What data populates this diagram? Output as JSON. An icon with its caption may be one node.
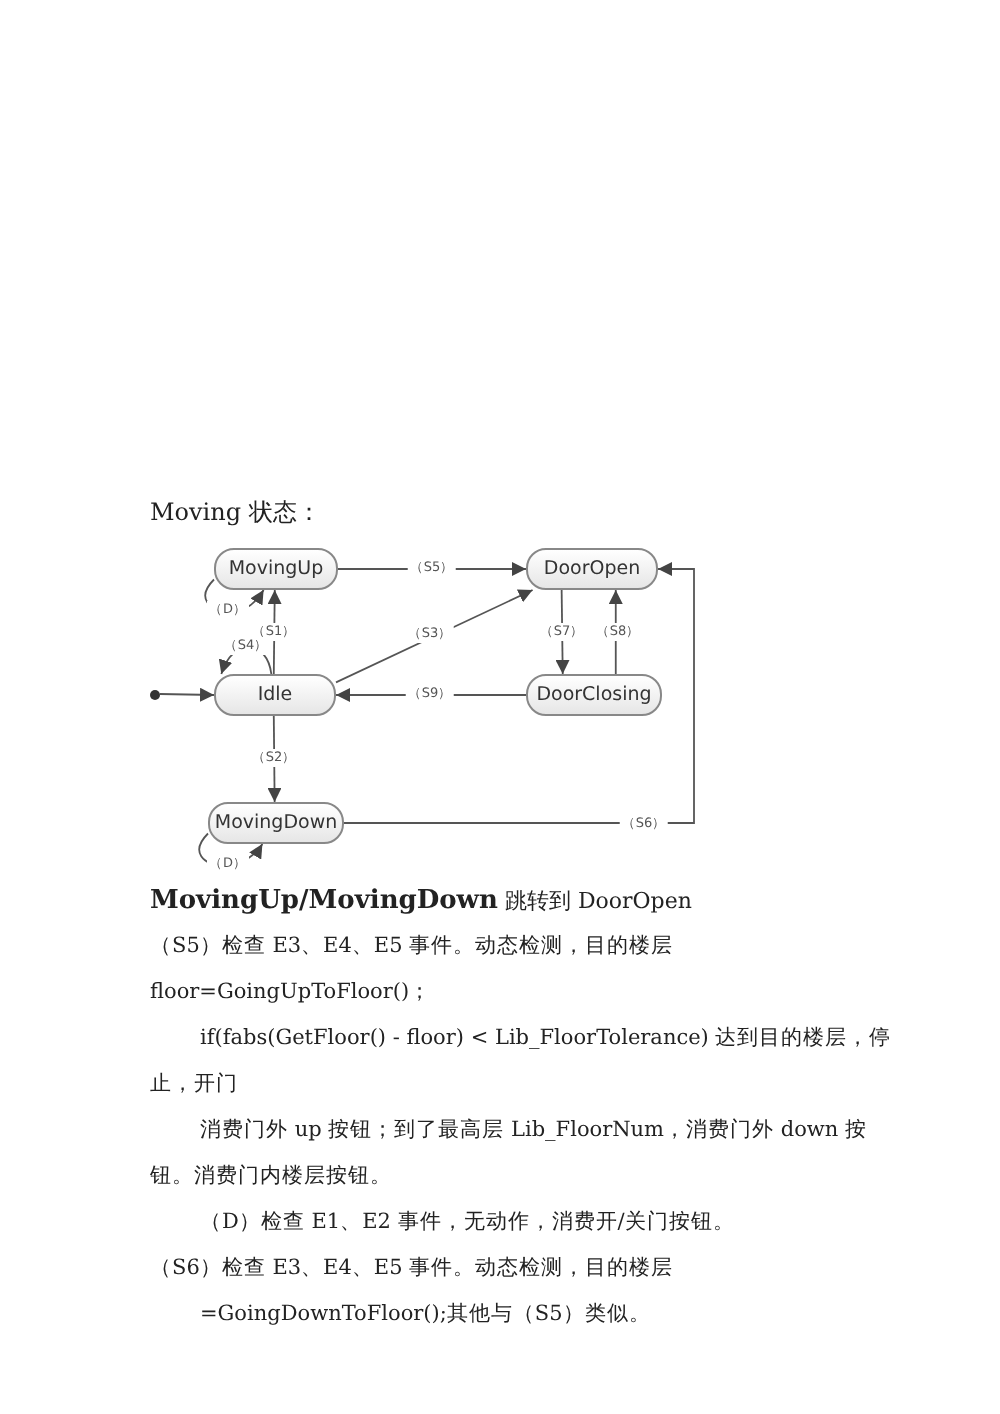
{
  "diagram": {
    "title": "Moving 状态：",
    "nodes": [
      {
        "text": [
          "MovingUp"
        ]
      },
      {
        "text": [
          "DoorOpen"
        ]
      },
      {
        "text": [
          "Idle"
        ]
      },
      {
        "text": [
          "DoorClosing"
        ]
      },
      {
        "text": [
          "MovingDown"
        ]
      },
      {
        "text": [],
        "shape": "circle"
      }
    ],
    "edges": [
      {
        "from": 0,
        "to": 1,
        "arrow": "to",
        "label": "（S5）"
      },
      {
        "from": 0,
        "to": 0,
        "arrow": "to",
        "label": "（D）"
      },
      {
        "from": 2,
        "to": 0,
        "arrow": "to",
        "label": "（S1）"
      },
      {
        "from": 2,
        "to": 2,
        "arrow": "to",
        "label": "（S4）"
      },
      {
        "from": 2,
        "to": 1,
        "arrow": "to",
        "label": "（S3）"
      },
      {
        "from": 1,
        "to": 3,
        "arrow": "to",
        "label": "（S7）"
      },
      {
        "from": 3,
        "to": 1,
        "arrow": "to",
        "label": "（S8）"
      },
      {
        "from": 5,
        "to": 2,
        "arrow": "to"
      },
      {
        "from": 3,
        "to": 2,
        "arrow": "to",
        "label": "（S9）"
      },
      {
        "from": 2,
        "to": 4,
        "arrow": "to",
        "label": "（S2）"
      },
      {
        "from": 4,
        "to": 1,
        "arrow": "to",
        "label": "（S6）"
      },
      {
        "from": 4,
        "to": 4,
        "arrow": "to",
        "label": "（D）"
      }
    ],
    "labels": [
      "**MovingUp/MovingDown** 跳转到 DoorOpen",
      "（S5）检查 E3、E4、E5 事件。动态检测，目的楼层 floor=GoingUpToFloor()；",
      "if(fabs(GetFloor() - floor) < Lib_FloorTolerance) 达到目的楼层，停止，开门",
      "消费门外 up 按钮；到了最高层 Lib_FloorNum，消费门外 down 按钮。消费门内楼层按钮。",
      "（D）检查 E1、E2 事件，无动作，消费开/关门按钮。",
      "（S6）检查 E3、E4、E5 事件。动态检测，目的楼层=GoingDownToFloor();其他与（S5）类似。"
    ]
  }
}
